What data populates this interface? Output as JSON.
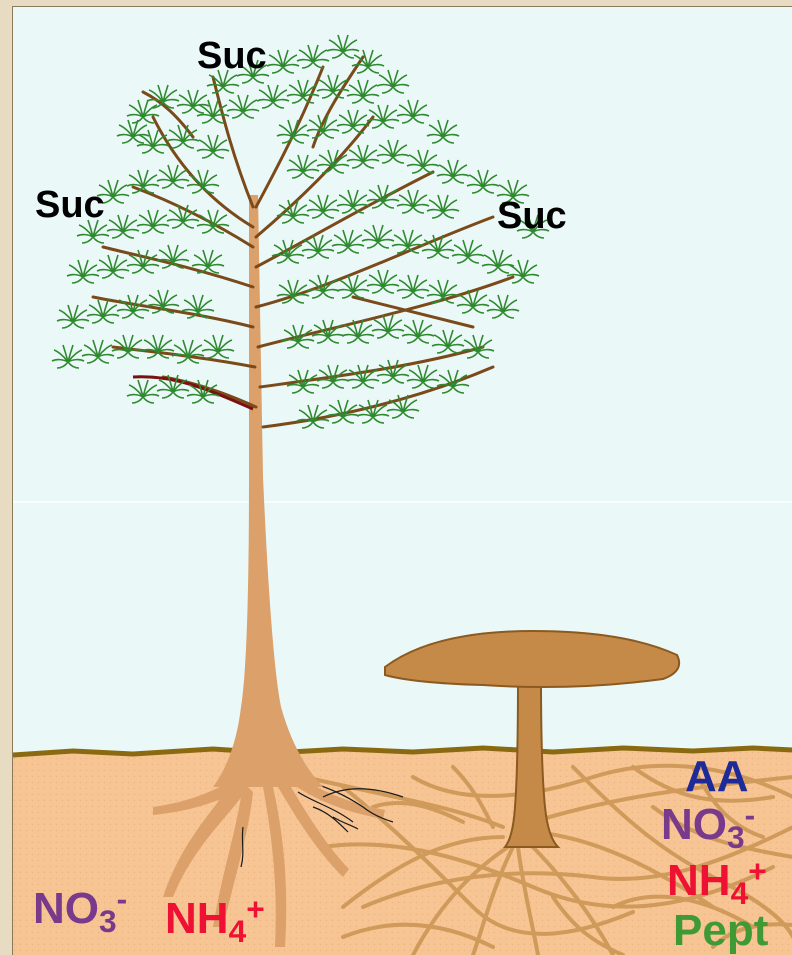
{
  "labels": {
    "suc_top": "Suc",
    "suc_left": "Suc",
    "suc_right": "Suc",
    "nitrate_main": "NO",
    "nitrate_sub": "3",
    "nitrate_sup": "-",
    "ammonium_main": "NH",
    "ammonium_sub": "4",
    "ammonium_sup": "+",
    "aa": "AA",
    "nitrate2_main": "NO",
    "nitrate2_sub": "3",
    "nitrate2_sup": "-",
    "ammonium2_main": "NH",
    "ammonium2_sub": "4",
    "ammonium2_sup": "+",
    "pept": "Pept"
  },
  "colors": {
    "sky": "#eaf8f8",
    "soil": "#f7c594",
    "soil_line": "#8a6a10",
    "trunk": "#dca06a",
    "mushroom": "#c68a48",
    "hyphae": "#cf9a5a",
    "foliage": "#2f8a2f",
    "branch": "#7a4a1a",
    "nitrate": "#7a3a8c",
    "ammonium": "#ee1133",
    "amino_acids": "#1f2a9a",
    "peptides": "#3f9a36"
  }
}
